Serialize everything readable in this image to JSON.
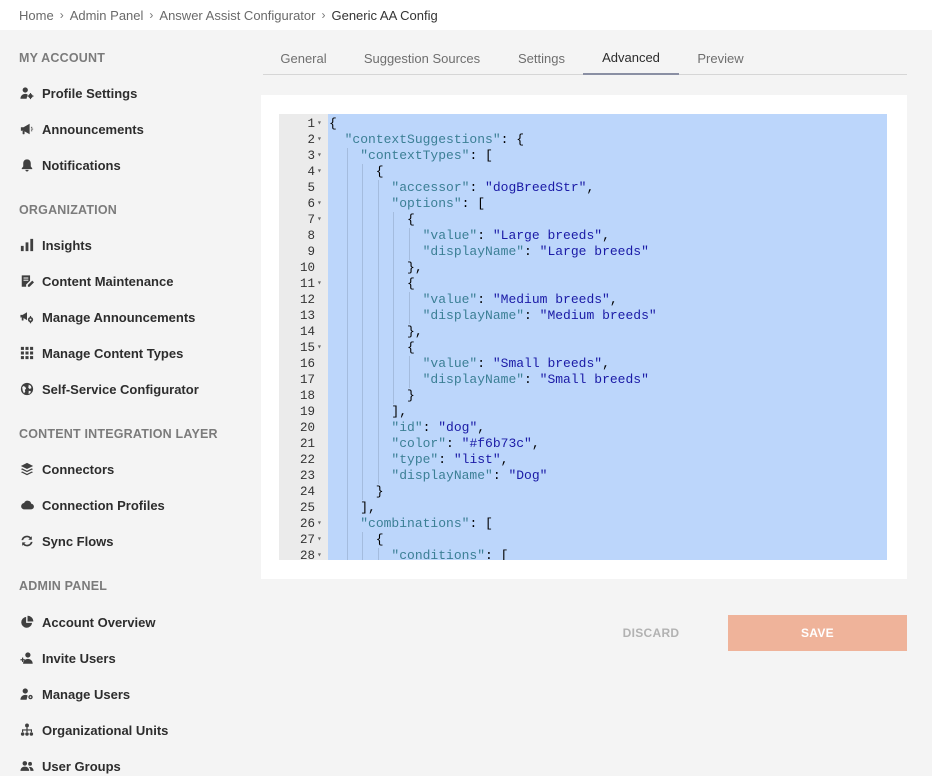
{
  "breadcrumb": {
    "items": [
      "Home",
      "Admin Panel",
      "Answer Assist Configurator"
    ],
    "current": "Generic AA Config",
    "separator": "›"
  },
  "sidebar": {
    "sections": [
      {
        "title": "MY ACCOUNT",
        "items": [
          {
            "label": "Profile Settings",
            "icon": "user-gear-icon"
          },
          {
            "label": "Announcements",
            "icon": "megaphone-icon"
          },
          {
            "label": "Notifications",
            "icon": "bell-icon"
          }
        ]
      },
      {
        "title": "ORGANIZATION",
        "items": [
          {
            "label": "Insights",
            "icon": "bar-chart-icon"
          },
          {
            "label": "Content Maintenance",
            "icon": "document-edit-icon"
          },
          {
            "label": "Manage Announcements",
            "icon": "megaphone-gear-icon"
          },
          {
            "label": "Manage Content Types",
            "icon": "grid-icon"
          },
          {
            "label": "Self-Service Configurator",
            "icon": "globe-icon"
          }
        ]
      },
      {
        "title": "CONTENT INTEGRATION LAYER",
        "items": [
          {
            "label": "Connectors",
            "icon": "layers-icon"
          },
          {
            "label": "Connection Profiles",
            "icon": "cloud-icon"
          },
          {
            "label": "Sync Flows",
            "icon": "sync-icon"
          }
        ]
      },
      {
        "title": "ADMIN PANEL",
        "items": [
          {
            "label": "Account Overview",
            "icon": "pie-chart-icon"
          },
          {
            "label": "Invite Users",
            "icon": "user-plus-icon"
          },
          {
            "label": "Manage Users",
            "icon": "user-gear-icon"
          },
          {
            "label": "Organizational Units",
            "icon": "org-chart-icon"
          },
          {
            "label": "User Groups",
            "icon": "users-icon"
          }
        ]
      }
    ]
  },
  "tabs": [
    {
      "label": "General",
      "active": false
    },
    {
      "label": "Suggestion Sources",
      "active": false
    },
    {
      "label": "Settings",
      "active": false
    },
    {
      "label": "Advanced",
      "active": true
    },
    {
      "label": "Preview",
      "active": false
    }
  ],
  "editor": {
    "lines": [
      {
        "n": "1",
        "fold": true,
        "code": "{"
      },
      {
        "n": "2",
        "fold": true,
        "code": "  \"contextSuggestions\": {"
      },
      {
        "n": "3",
        "fold": true,
        "code": "    \"contextTypes\": ["
      },
      {
        "n": "4",
        "fold": true,
        "code": "      {"
      },
      {
        "n": "5",
        "fold": false,
        "code": "        \"accessor\": \"dogBreedStr\","
      },
      {
        "n": "6",
        "fold": true,
        "code": "        \"options\": ["
      },
      {
        "n": "7",
        "fold": true,
        "code": "          {"
      },
      {
        "n": "8",
        "fold": false,
        "code": "            \"value\": \"Large breeds\","
      },
      {
        "n": "9",
        "fold": false,
        "code": "            \"displayName\": \"Large breeds\""
      },
      {
        "n": "10",
        "fold": false,
        "code": "          },"
      },
      {
        "n": "11",
        "fold": true,
        "code": "          {"
      },
      {
        "n": "12",
        "fold": false,
        "code": "            \"value\": \"Medium breeds\","
      },
      {
        "n": "13",
        "fold": false,
        "code": "            \"displayName\": \"Medium breeds\""
      },
      {
        "n": "14",
        "fold": false,
        "code": "          },"
      },
      {
        "n": "15",
        "fold": true,
        "code": "          {"
      },
      {
        "n": "16",
        "fold": false,
        "code": "            \"value\": \"Small breeds\","
      },
      {
        "n": "17",
        "fold": false,
        "code": "            \"displayName\": \"Small breeds\""
      },
      {
        "n": "18",
        "fold": false,
        "code": "          }"
      },
      {
        "n": "19",
        "fold": false,
        "code": "        ],"
      },
      {
        "n": "20",
        "fold": false,
        "code": "        \"id\": \"dog\","
      },
      {
        "n": "21",
        "fold": false,
        "code": "        \"color\": \"#f6b73c\","
      },
      {
        "n": "22",
        "fold": false,
        "code": "        \"type\": \"list\","
      },
      {
        "n": "23",
        "fold": false,
        "code": "        \"displayName\": \"Dog\""
      },
      {
        "n": "24",
        "fold": false,
        "code": "      }"
      },
      {
        "n": "25",
        "fold": false,
        "code": "    ],"
      },
      {
        "n": "26",
        "fold": true,
        "code": "    \"combinations\": ["
      },
      {
        "n": "27",
        "fold": true,
        "code": "      {"
      },
      {
        "n": "28",
        "fold": true,
        "code": "        \"conditions\": ["
      }
    ]
  },
  "actions": {
    "discard_label": "DISCARD",
    "save_label": "SAVE"
  },
  "colors": {
    "save_button": "#efb39a",
    "selection": "#bcd6fb",
    "json_key": "#3b7f95",
    "json_string": "#1a1aa6"
  }
}
